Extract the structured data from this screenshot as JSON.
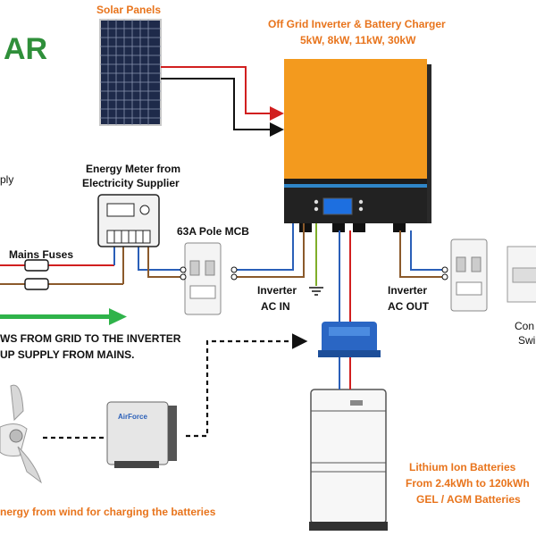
{
  "brand": {
    "fragment": "AR",
    "color": "#2f8f3a"
  },
  "colors": {
    "orange": "#e8741c",
    "arrow_green": "#2fb34a",
    "wire_red": "#d11f1f",
    "wire_blue": "#2a5fb8",
    "wire_brown": "#8b5a2b",
    "wire_green_yellow": "#7fae2a",
    "inverter_body": "#f39a1e"
  },
  "labels": {
    "solar_panels": "Solar Panels",
    "inverter_title": "Off Grid Inverter & Battery Charger",
    "inverter_sizes": "5kW, 8kW, 11kW, 30kW",
    "supply_fragment": "ply",
    "energy_meter_line1": "Energy Meter from",
    "energy_meter_line2": "Electricity Supplier",
    "mains_fuses": "Mains Fuses",
    "mcb": "63A Pole MCB",
    "inverter_ac_in_1": "Inverter",
    "inverter_ac_in_2": "AC IN",
    "inverter_ac_out_1": "Inverter",
    "inverter_ac_out_2": "AC OUT",
    "consumer_fragment_1": "Con",
    "consumer_fragment_2": "Swi",
    "flow_line1": "WS FROM GRID TO THE INVERTER",
    "flow_line2": "UP SUPPLY FROM MAINS.",
    "batteries_line1": "Lithium Ion  Batteries",
    "batteries_line2": "From 2.4kWh to 120kWh",
    "batteries_line3": "GEL / AGM Batteries",
    "wind_caption": "nergy from wind for charging the batteries",
    "controller_brand": "AirForce"
  },
  "icons": [
    "solar-panel-icon",
    "inverter-icon",
    "energy-meter-icon",
    "fuse-icon",
    "mcb-breaker-icon",
    "ground-icon",
    "battery-charge-controller-icon",
    "battery-stack-icon",
    "wind-turbine-icon",
    "wind-charge-controller-icon",
    "consumer-unit-icon",
    "green-flow-arrow-icon"
  ]
}
